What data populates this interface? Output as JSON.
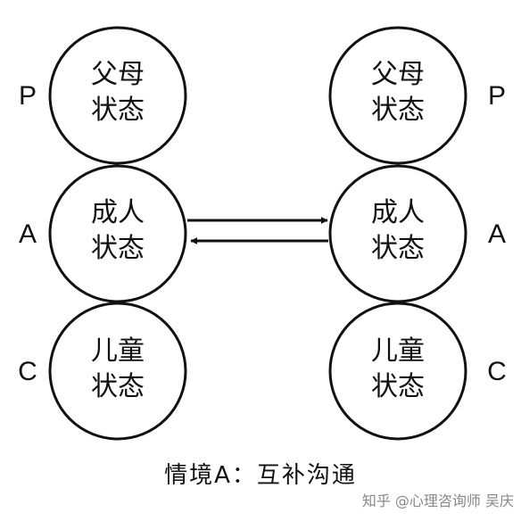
{
  "left_person": {
    "parent_state": [
      "父母",
      "状态"
    ],
    "adult_state": [
      "成人",
      "状态"
    ],
    "child_state": [
      "儿童",
      "状态"
    ],
    "letters": [
      "P",
      "A",
      "C"
    ]
  },
  "right_person": {
    "parent_state": [
      "父母",
      "状态"
    ],
    "adult_state": [
      "成人",
      "状态"
    ],
    "child_state": [
      "儿童",
      "状态"
    ],
    "letters": [
      "P",
      "A",
      "C"
    ]
  },
  "caption": "情境A：互补沟通",
  "watermark": "知乎 @心理咨询师 吴庆"
}
